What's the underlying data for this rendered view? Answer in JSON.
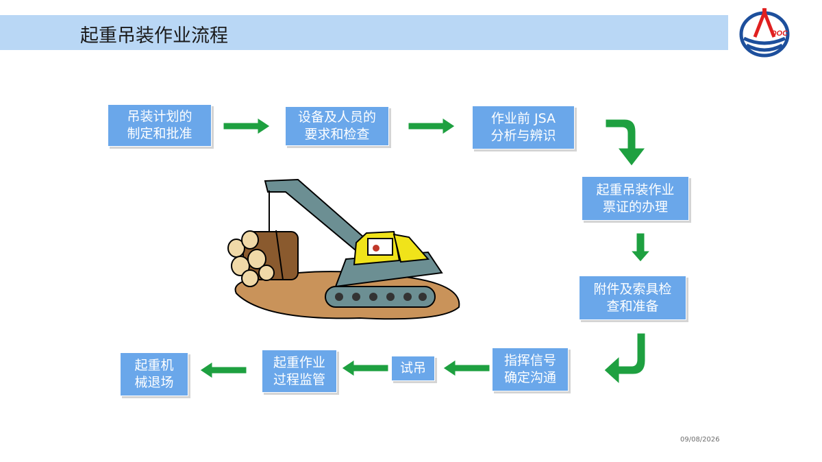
{
  "title": "起重吊装作业流程",
  "date": "09/08/2026",
  "logo_text": "CNOOC",
  "steps": [
    {
      "line1": "吊装计划的",
      "line2": "制定和批准"
    },
    {
      "line1": "设备及人员的",
      "line2": "要求和检查"
    },
    {
      "line1": "作业前 JSA",
      "line2": "分析与辨识"
    },
    {
      "line1": "起重吊装作业",
      "line2": "票证的办理"
    },
    {
      "line1": "附件及索具检",
      "line2": "查和准备"
    },
    {
      "line1": "指挥信号",
      "line2": "确定沟通"
    },
    {
      "line1": "试吊",
      "line2": ""
    },
    {
      "line1": "起重作业",
      "line2": "过程监管"
    },
    {
      "line1": "起重机",
      "line2": "械退场"
    }
  ],
  "colors": {
    "box": "#6aa7ea",
    "arrow": "#1ea040",
    "title_bar": "#b9d7f5"
  }
}
